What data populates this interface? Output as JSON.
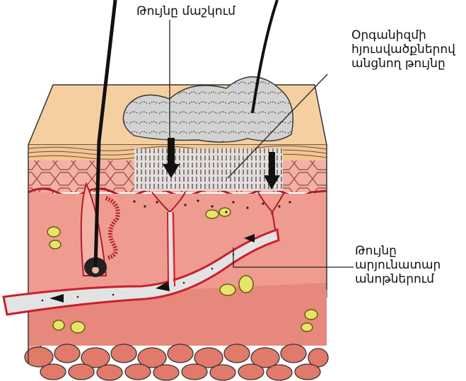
{
  "labels": {
    "poison_in_skin": "Թույնը մաշկում",
    "poison_through_tissue": [
      "Օրգանիզմի",
      "հյուսվածքներով",
      "անցնող թույնը"
    ],
    "poison_in_vessels": [
      "Թույնը",
      "արյունատար",
      "անոթներում"
    ]
  },
  "colors": {
    "epidermis": "#f6cfa0",
    "dermis": "#ef9b90",
    "dermis_light": "#f5b7a9",
    "vessel_wall": "#c8202e",
    "vessel_fill": "#d8d8d8",
    "venom": "#cfcfcf",
    "fat_cells": "#e48373",
    "gland": "#e7e46a"
  }
}
